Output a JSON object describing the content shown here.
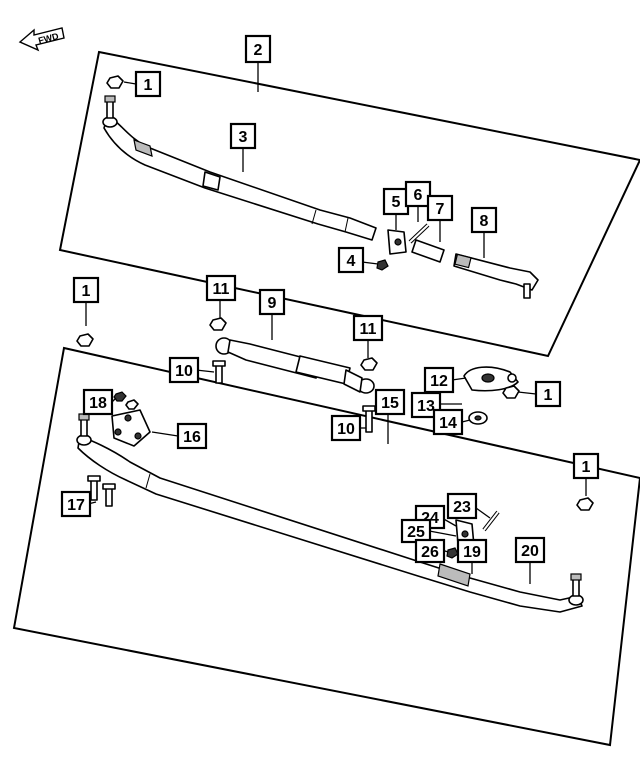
{
  "direction_indicator": {
    "label": "FWD"
  },
  "callouts": [
    {
      "id": "c1a",
      "label": "1"
    },
    {
      "id": "c2",
      "label": "2"
    },
    {
      "id": "c3",
      "label": "3"
    },
    {
      "id": "c4",
      "label": "4"
    },
    {
      "id": "c5",
      "label": "5"
    },
    {
      "id": "c6",
      "label": "6"
    },
    {
      "id": "c7",
      "label": "7"
    },
    {
      "id": "c8",
      "label": "8"
    },
    {
      "id": "c1b",
      "label": "1"
    },
    {
      "id": "c11a",
      "label": "11"
    },
    {
      "id": "c9",
      "label": "9"
    },
    {
      "id": "c11b",
      "label": "11"
    },
    {
      "id": "c10a",
      "label": "10"
    },
    {
      "id": "c12",
      "label": "12"
    },
    {
      "id": "c1c",
      "label": "1"
    },
    {
      "id": "c18",
      "label": "18"
    },
    {
      "id": "c13",
      "label": "13"
    },
    {
      "id": "c15",
      "label": "15"
    },
    {
      "id": "c16",
      "label": "16"
    },
    {
      "id": "c14",
      "label": "14"
    },
    {
      "id": "c10b",
      "label": "10"
    },
    {
      "id": "c1d",
      "label": "1"
    },
    {
      "id": "c17",
      "label": "17"
    },
    {
      "id": "c23",
      "label": "23"
    },
    {
      "id": "c24",
      "label": "24"
    },
    {
      "id": "c25",
      "label": "25"
    },
    {
      "id": "c26",
      "label": "26"
    },
    {
      "id": "c19",
      "label": "19"
    },
    {
      "id": "c20",
      "label": "20"
    }
  ]
}
